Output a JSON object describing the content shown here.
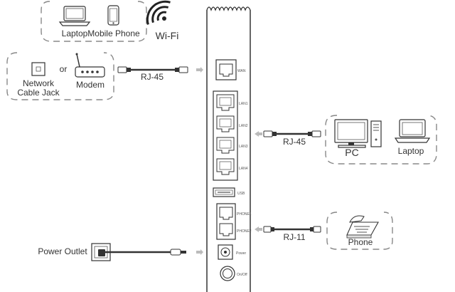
{
  "devices": {
    "laptop": "Laptop",
    "mobile_phone": "Mobile Phone",
    "wifi": "Wi-Fi",
    "network_cable_jack_line1": "Network",
    "network_cable_jack_line2": "Cable Jack",
    "or": "or",
    "modem": "Modem",
    "pc": "PC",
    "laptop_right": "Laptop",
    "phone": "Phone",
    "power_outlet": "Power Outlet"
  },
  "cables": {
    "wan": "RJ-45",
    "lan": "RJ-45",
    "phone": "RJ-11"
  },
  "ports": {
    "wan": "WAN",
    "lan1": "LAN1",
    "lan2": "LAN2",
    "lan3": "LAN3",
    "lan4": "LAN4",
    "usb": "USB",
    "phone1": "PHONE1",
    "phone2": "PHONE2",
    "power": "Power",
    "onoff": "On/Off"
  }
}
